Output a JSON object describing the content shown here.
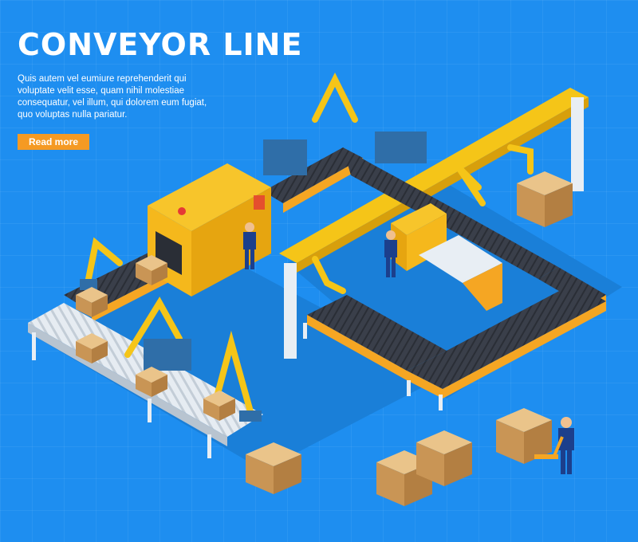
{
  "header": {
    "title": "CONVEYOR LINE",
    "description": "Quis autem vel eumiure reprehenderit qui voluptate velit esse, quam nihil molestiae consequatur, vel illum, qui dolorem eum fugiat, quo voluptas nulla pariatur.",
    "read_more_label": "Read more"
  },
  "colors": {
    "background": "#1e8ef0",
    "accent": "#f59a23",
    "robot_yellow": "#f5c518",
    "belt_dark": "#3a3f4a",
    "box": "#d9a866"
  },
  "illustration": {
    "icons": [
      "robot-arm-icon",
      "conveyor-belt-icon",
      "cardboard-box-icon",
      "worker-icon",
      "pallet-jack-icon",
      "control-machine-icon",
      "lathe-icon"
    ]
  }
}
